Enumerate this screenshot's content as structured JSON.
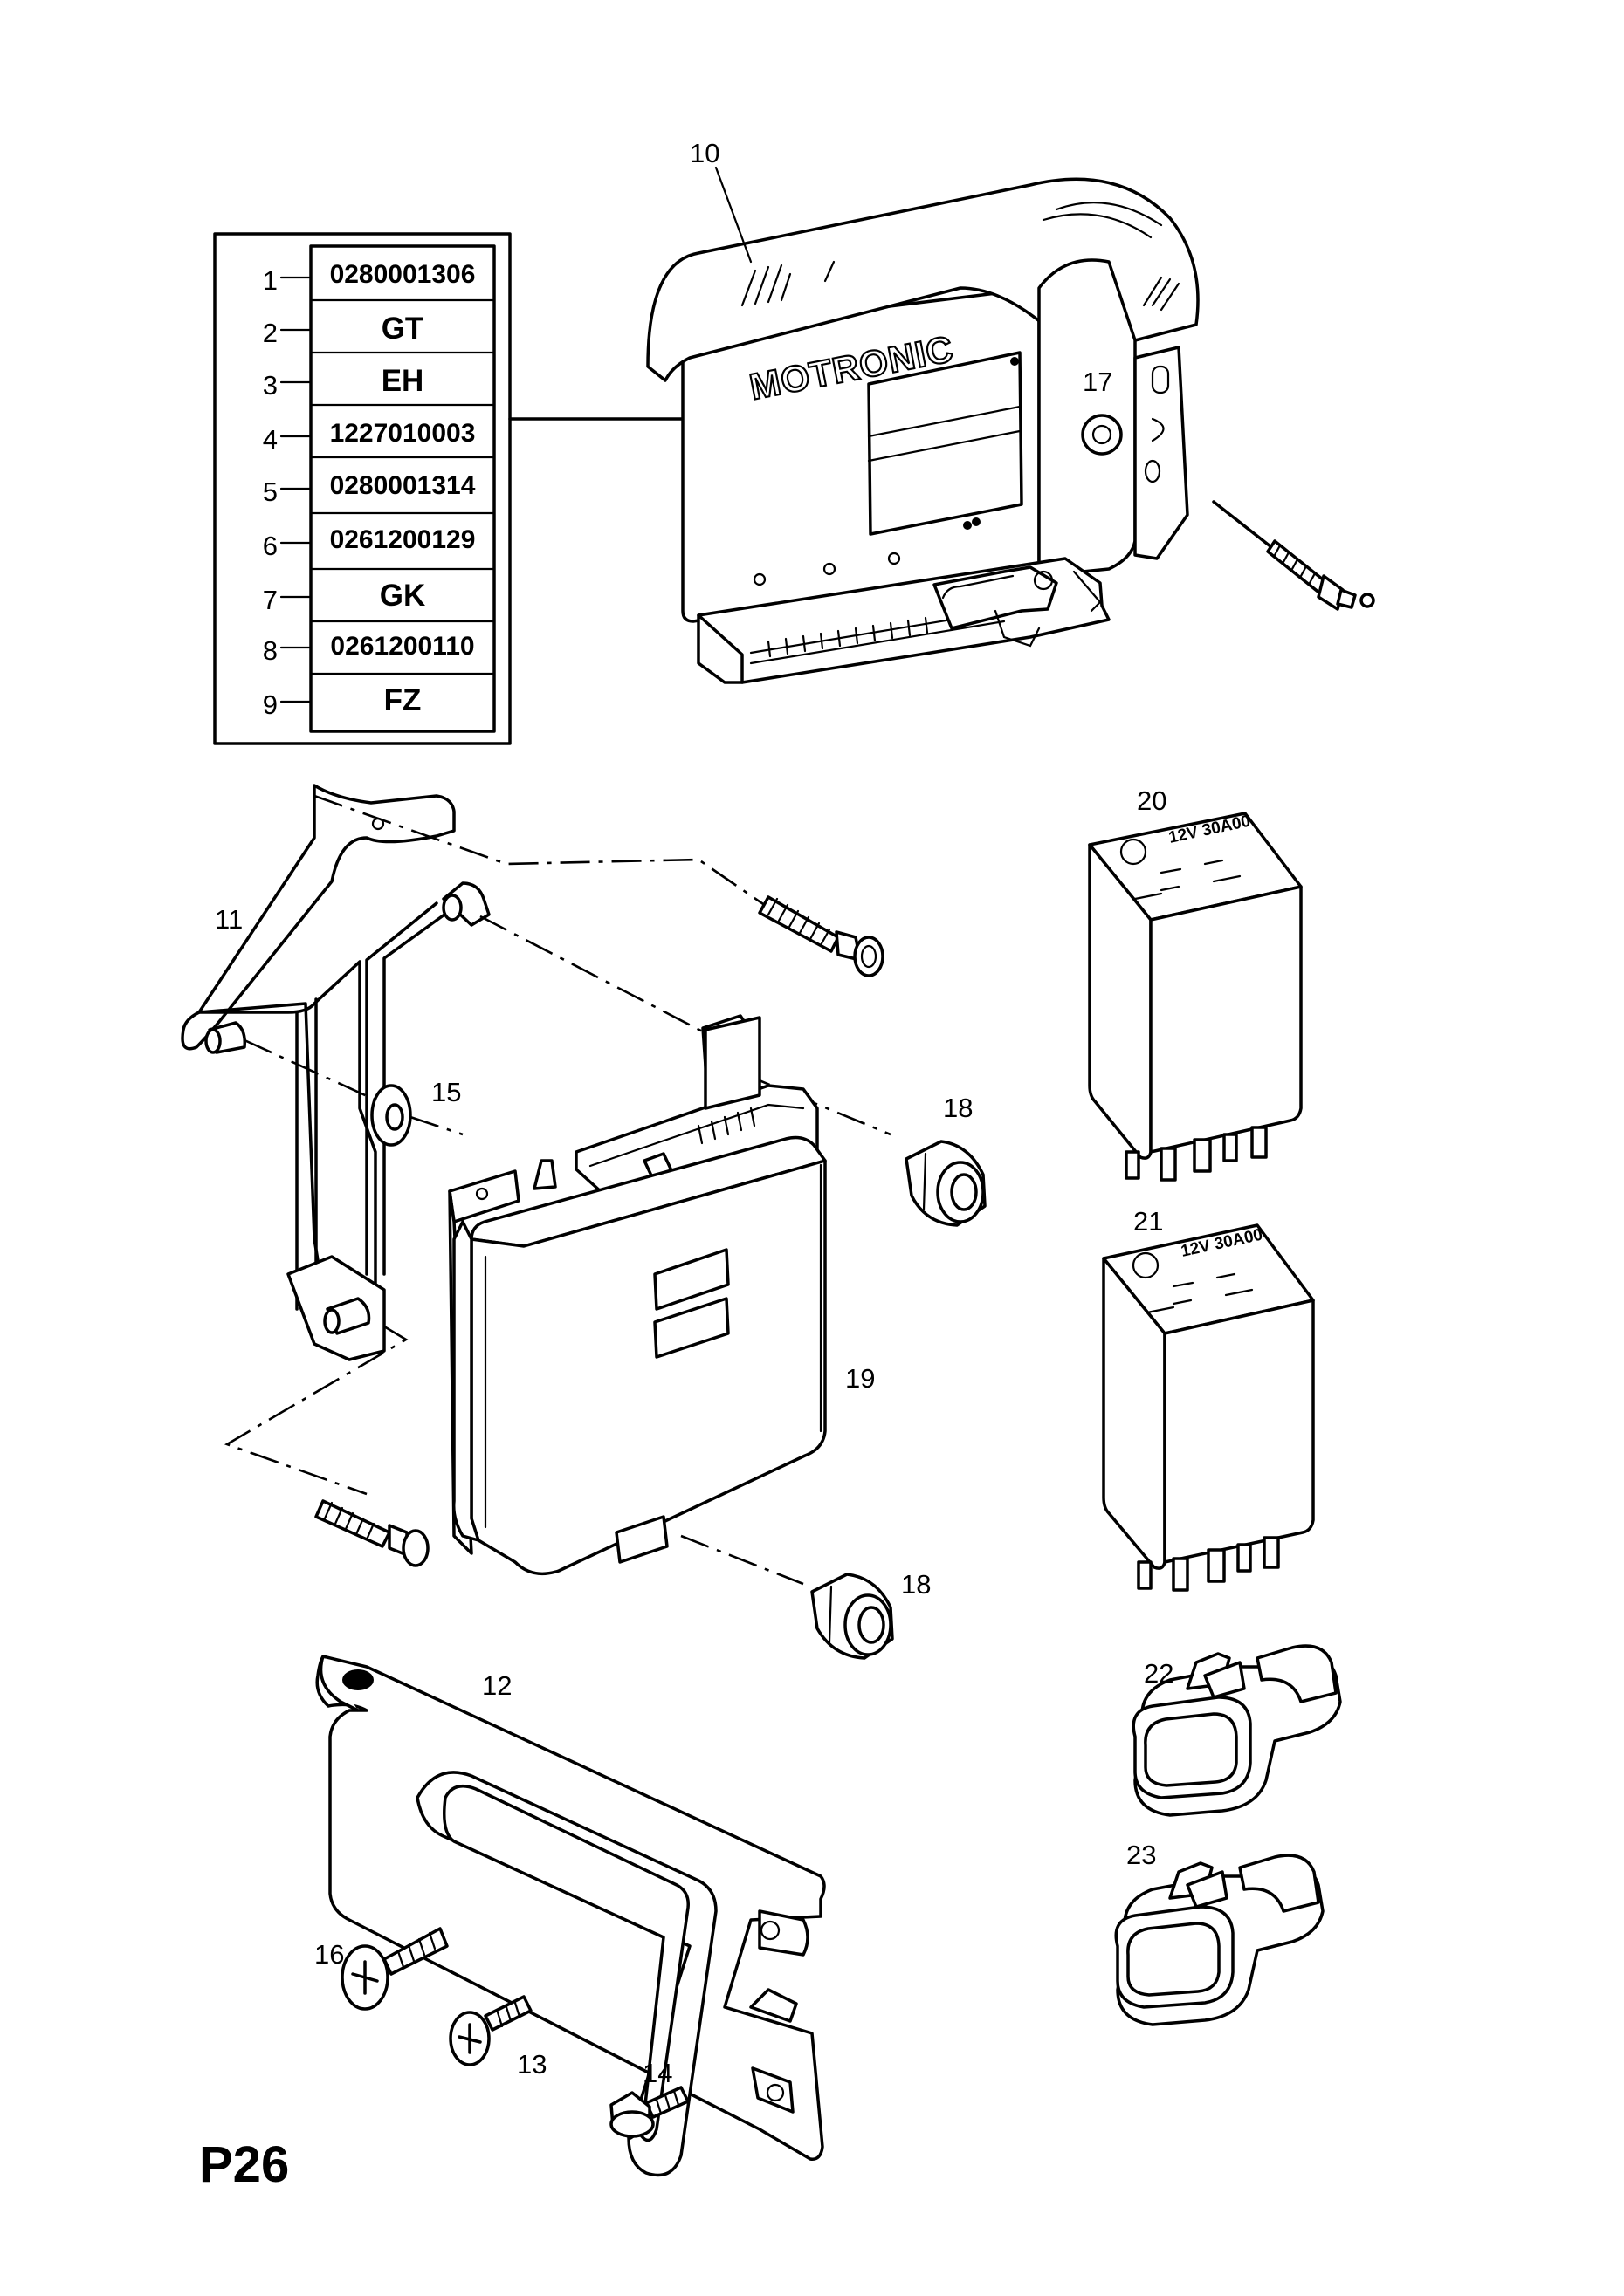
{
  "page_label": "P26",
  "brand_text": "MOTRONIC",
  "relay_marking": "12V 30A00",
  "variant_table": [
    {
      "index": "1",
      "value": "0280001306"
    },
    {
      "index": "2",
      "value": "GT"
    },
    {
      "index": "3",
      "value": "EH"
    },
    {
      "index": "4",
      "value": "1227010003"
    },
    {
      "index": "5",
      "value": "0280001314"
    },
    {
      "index": "6",
      "value": "0261200129"
    },
    {
      "index": "7",
      "value": "GK"
    },
    {
      "index": "8",
      "value": "0261200110"
    },
    {
      "index": "9",
      "value": "FZ"
    }
  ],
  "callouts": {
    "c10": "10",
    "c11": "11",
    "c12": "12",
    "c13": "13",
    "c14": "14",
    "c15": "15",
    "c16": "16",
    "c17": "17",
    "c18a": "18",
    "c18b": "18",
    "c19": "19",
    "c20": "20",
    "c21": "21",
    "c22": "22",
    "c23": "23"
  }
}
